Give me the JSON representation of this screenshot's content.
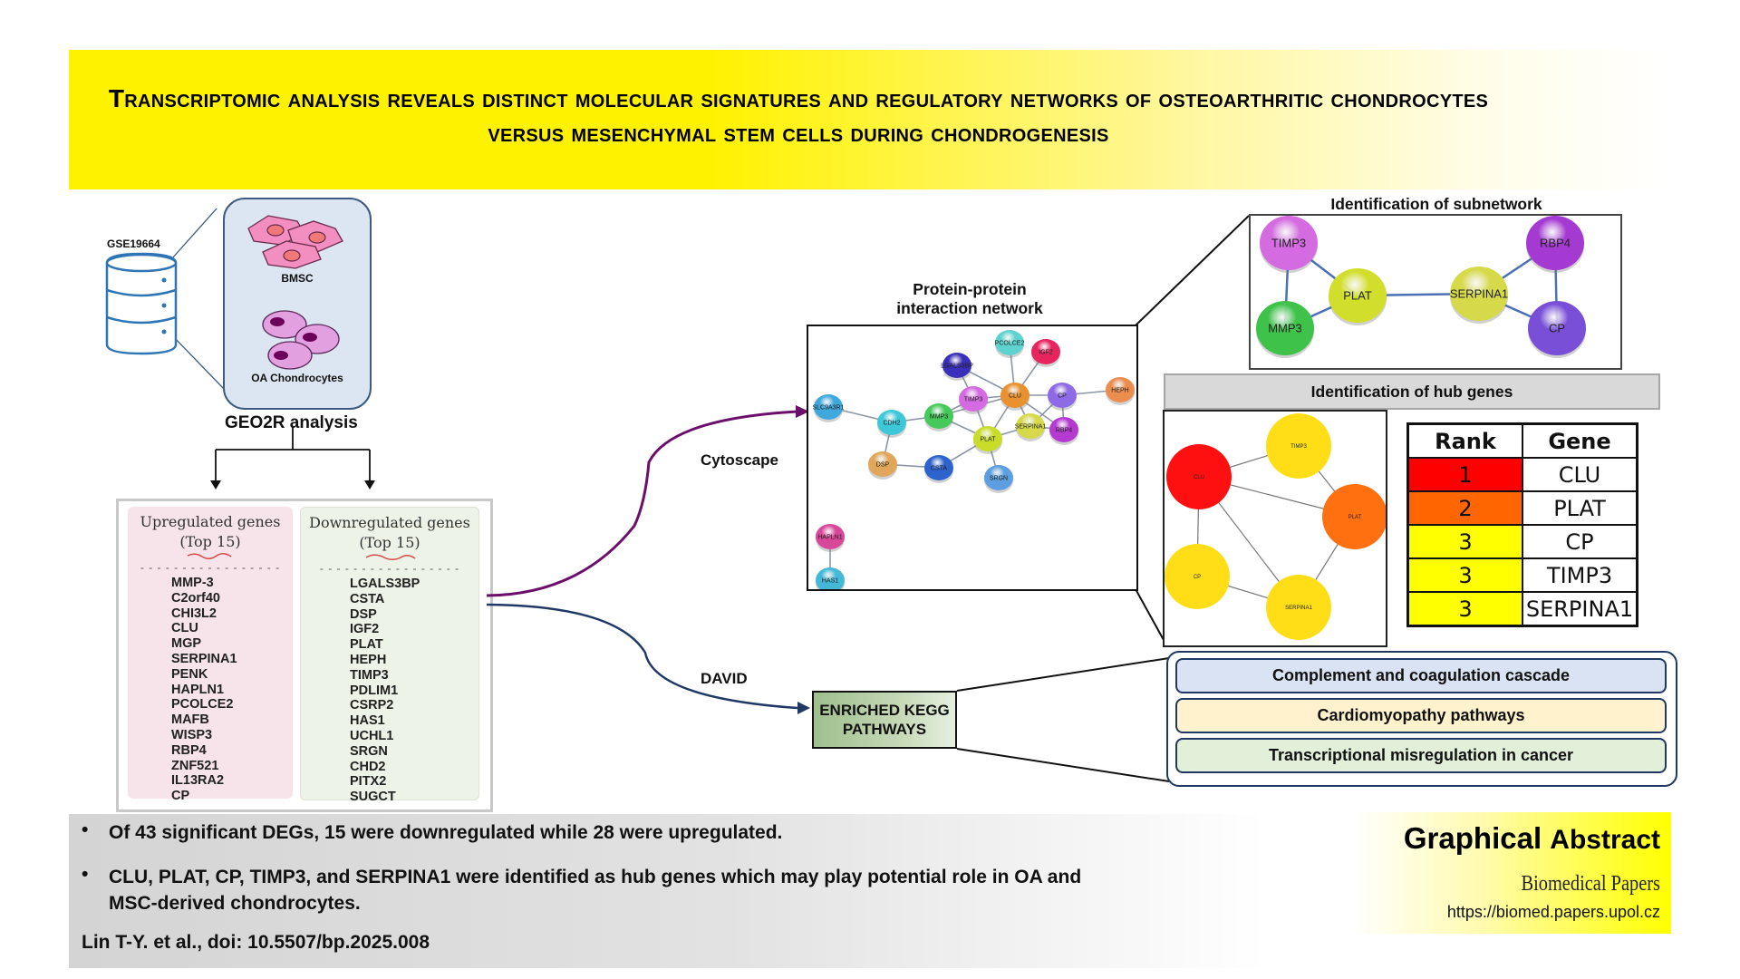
{
  "title": "Transcriptomic analysis reveals distinct molecular signatures and regulatory networks of osteoarthritic chondrocytes versus mesenchymal stem cells during chondrogenesis",
  "dataset": {
    "id": "GSE19664",
    "cell_types": [
      "BMSC",
      "OA Chondrocytes"
    ],
    "analysis": "GEO2R analysis",
    "icon": "database-icon"
  },
  "gene_lists": {
    "upregulated": {
      "title": "Upregulated genes",
      "subtitle": "(Top 15)",
      "dashes": "- - - - - - - - - - - - - - - - -",
      "genes": [
        "MMP-3",
        "C2orf40",
        "CHI3L2",
        "CLU",
        "MGP",
        "SERPINA1",
        "PENK",
        "HAPLN1",
        "PCOLCE2",
        "MAFB",
        "WISP3",
        "RBP4",
        "ZNF521",
        "IL13RA2",
        "CP"
      ]
    },
    "downregulated": {
      "title": "Downregulated genes",
      "subtitle": "(Top 15)",
      "dashes": "- - - - - - - - - - - - - - - - -",
      "genes": [
        "LGALS3BP",
        "CSTA",
        "DSP",
        "IGF2",
        "PLAT",
        "HEPH",
        "TIMP3",
        "PDLIM1",
        "CSRP2",
        "HAS1",
        "UCHL1",
        "SRGN",
        "CHD2",
        "PITX2",
        "SUGCT"
      ]
    }
  },
  "flows": {
    "cytoscape": "Cytoscape",
    "david": "DAVID",
    "cytoscape_color": "#6b0f6b",
    "david_color": "#1f3864"
  },
  "ppi": {
    "title_line1": "Protein-protein",
    "title_line2": "interaction network",
    "nodes": [
      {
        "id": "PCOLCE2",
        "color": "#5fd3cf"
      },
      {
        "id": "IGF2",
        "color": "#e8245f"
      },
      {
        "id": "LGALS3BP",
        "color": "#3a2fb8"
      },
      {
        "id": "TIMP3",
        "color": "#d46be0"
      },
      {
        "id": "CLU",
        "color": "#e8912e"
      },
      {
        "id": "CP",
        "color": "#8f6ae6"
      },
      {
        "id": "HEPH",
        "color": "#ea8d4f"
      },
      {
        "id": "SLC9A3R1",
        "color": "#3fa8dc"
      },
      {
        "id": "CDH2",
        "color": "#3cc8d8"
      },
      {
        "id": "MMP3",
        "color": "#45c95a"
      },
      {
        "id": "SERPINA1",
        "color": "#d6d94a"
      },
      {
        "id": "RBP4",
        "color": "#b53ad2"
      },
      {
        "id": "PLAT",
        "color": "#c8dd2a"
      },
      {
        "id": "DSP",
        "color": "#e0a65a"
      },
      {
        "id": "CSTA",
        "color": "#2c63cc"
      },
      {
        "id": "SRGN",
        "color": "#5c9ee0"
      },
      {
        "id": "HAPLN1",
        "color": "#d8489a"
      },
      {
        "id": "HAS1",
        "color": "#44b8d8"
      }
    ],
    "edges": [
      [
        "PCOLCE2",
        "CLU"
      ],
      [
        "IGF2",
        "CLU"
      ],
      [
        "LGALS3BP",
        "CLU"
      ],
      [
        "LGALS3BP",
        "TIMP3"
      ],
      [
        "TIMP3",
        "CLU"
      ],
      [
        "TIMP3",
        "MMP3"
      ],
      [
        "TIMP3",
        "PLAT"
      ],
      [
        "CLU",
        "CP"
      ],
      [
        "CLU",
        "PLAT"
      ],
      [
        "CLU",
        "SERPINA1"
      ],
      [
        "CLU",
        "RBP4"
      ],
      [
        "CLU",
        "MMP3"
      ],
      [
        "CP",
        "HEPH"
      ],
      [
        "CP",
        "RBP4"
      ],
      [
        "CP",
        "SERPINA1"
      ],
      [
        "SERPINA1",
        "RBP4"
      ],
      [
        "SERPINA1",
        "PLAT"
      ],
      [
        "MMP3",
        "PLAT"
      ],
      [
        "MMP3",
        "CDH2"
      ],
      [
        "CDH2",
        "SLC9A3R1"
      ],
      [
        "CDH2",
        "DSP"
      ],
      [
        "DSP",
        "CSTA"
      ],
      [
        "CSTA",
        "PLAT"
      ],
      [
        "PLAT",
        "SRGN"
      ],
      [
        "HAPLN1",
        "HAS1"
      ]
    ]
  },
  "subnetwork": {
    "title": "Identification of subnetwork",
    "nodes": [
      {
        "id": "TIMP3",
        "color": "#d46be0"
      },
      {
        "id": "PLAT",
        "color": "#d2de2c"
      },
      {
        "id": "SERPINA1",
        "color": "#d6d94a"
      },
      {
        "id": "RBP4",
        "color": "#a43ad2"
      },
      {
        "id": "MMP3",
        "color": "#3fc24a"
      },
      {
        "id": "CP",
        "color": "#7a4fd8"
      }
    ],
    "edges": [
      [
        "TIMP3",
        "PLAT"
      ],
      [
        "TIMP3",
        "MMP3"
      ],
      [
        "MMP3",
        "PLAT"
      ],
      [
        "PLAT",
        "SERPINA1"
      ],
      [
        "SERPINA1",
        "RBP4"
      ],
      [
        "SERPINA1",
        "CP"
      ],
      [
        "RBP4",
        "CP"
      ]
    ]
  },
  "hub_genes": {
    "title": "Identification of hub genes",
    "network_nodes": [
      {
        "id": "CLU",
        "color": "#ff1010"
      },
      {
        "id": "TIMP3",
        "color": "#ffde17"
      },
      {
        "id": "PLAT",
        "color": "#ff7010"
      },
      {
        "id": "CP",
        "color": "#ffde17"
      },
      {
        "id": "SERPINA1",
        "color": "#ffde17"
      }
    ],
    "network_edges": [
      [
        "CLU",
        "TIMP3"
      ],
      [
        "CLU",
        "PLAT"
      ],
      [
        "CLU",
        "CP"
      ],
      [
        "CLU",
        "SERPINA1"
      ],
      [
        "TIMP3",
        "PLAT"
      ],
      [
        "PLAT",
        "SERPINA1"
      ],
      [
        "CP",
        "SERPINA1"
      ]
    ],
    "table_headers": [
      "Rank",
      "Gene"
    ],
    "table_rows": [
      {
        "rank": "1",
        "gene": "CLU",
        "color": "#ff0000"
      },
      {
        "rank": "2",
        "gene": "PLAT",
        "color": "#ff6600"
      },
      {
        "rank": "3",
        "gene": "CP",
        "color": "#ffff00"
      },
      {
        "rank": "3",
        "gene": "TIMP3",
        "color": "#ffff00"
      },
      {
        "rank": "3",
        "gene": "SERPINA1",
        "color": "#ffff00"
      }
    ]
  },
  "kegg": {
    "label_line1": "ENRICHED KEGG",
    "label_line2": "PATHWAYS",
    "pathways": [
      {
        "name": "Complement and coagulation cascade",
        "color": "#dae3f3"
      },
      {
        "name": "Cardiomyopathy pathways",
        "color": "#fff2cc"
      },
      {
        "name": "Transcriptional misregulation in cancer",
        "color": "#e2f0d9"
      }
    ]
  },
  "summary": {
    "bullets": [
      "Of 43 significant DEGs, 15 were downregulated while 28 were upregulated.",
      "CLU, PLAT, CP, TIMP3, and SERPINA1 were identified as hub genes which may play potential role in OA and MSC-derived chondrocytes."
    ],
    "bullet_char": "•",
    "citation": "Lin T-Y. et al., doi: 10.5507/bp.2025.008"
  },
  "branding": {
    "label_bold": "Graphical",
    "label_rest": "Abstract",
    "journal": "Biomedical Papers",
    "url": "https://biomed.papers.upol.cz"
  }
}
